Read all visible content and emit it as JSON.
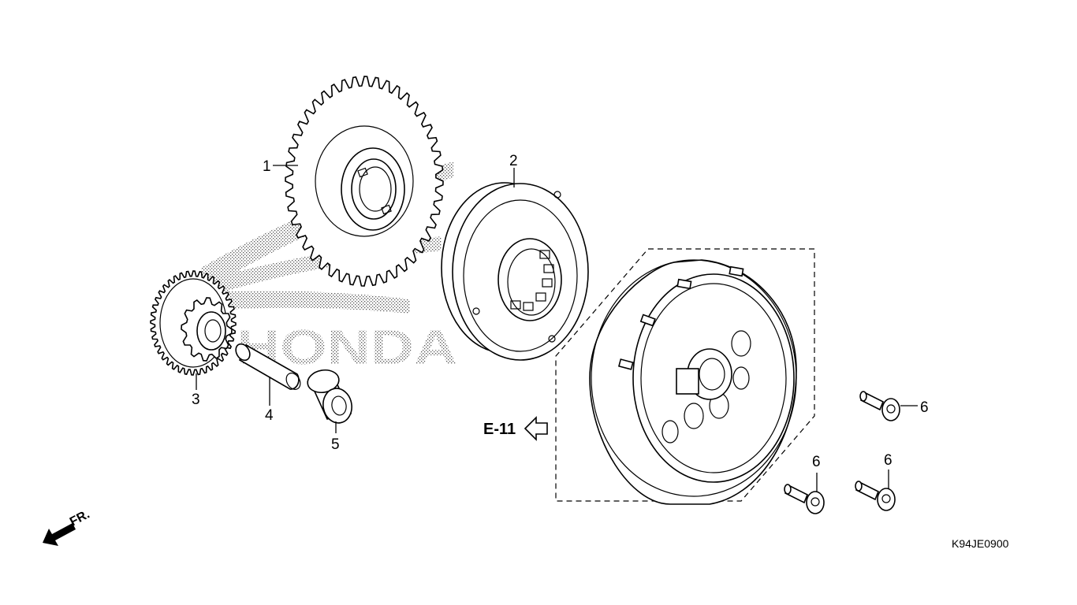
{
  "diagram": {
    "watermark": "HONDA",
    "reference_label": "E-11",
    "front_label": "FR.",
    "drawing_code": "K94JE0900",
    "callouts": [
      {
        "id": "1",
        "label": "1"
      },
      {
        "id": "2",
        "label": "2"
      },
      {
        "id": "3",
        "label": "3"
      },
      {
        "id": "4",
        "label": "4"
      },
      {
        "id": "5",
        "label": "5"
      },
      {
        "id": "6a",
        "label": "6"
      },
      {
        "id": "6b",
        "label": "6"
      },
      {
        "id": "6c",
        "label": "6"
      }
    ]
  }
}
